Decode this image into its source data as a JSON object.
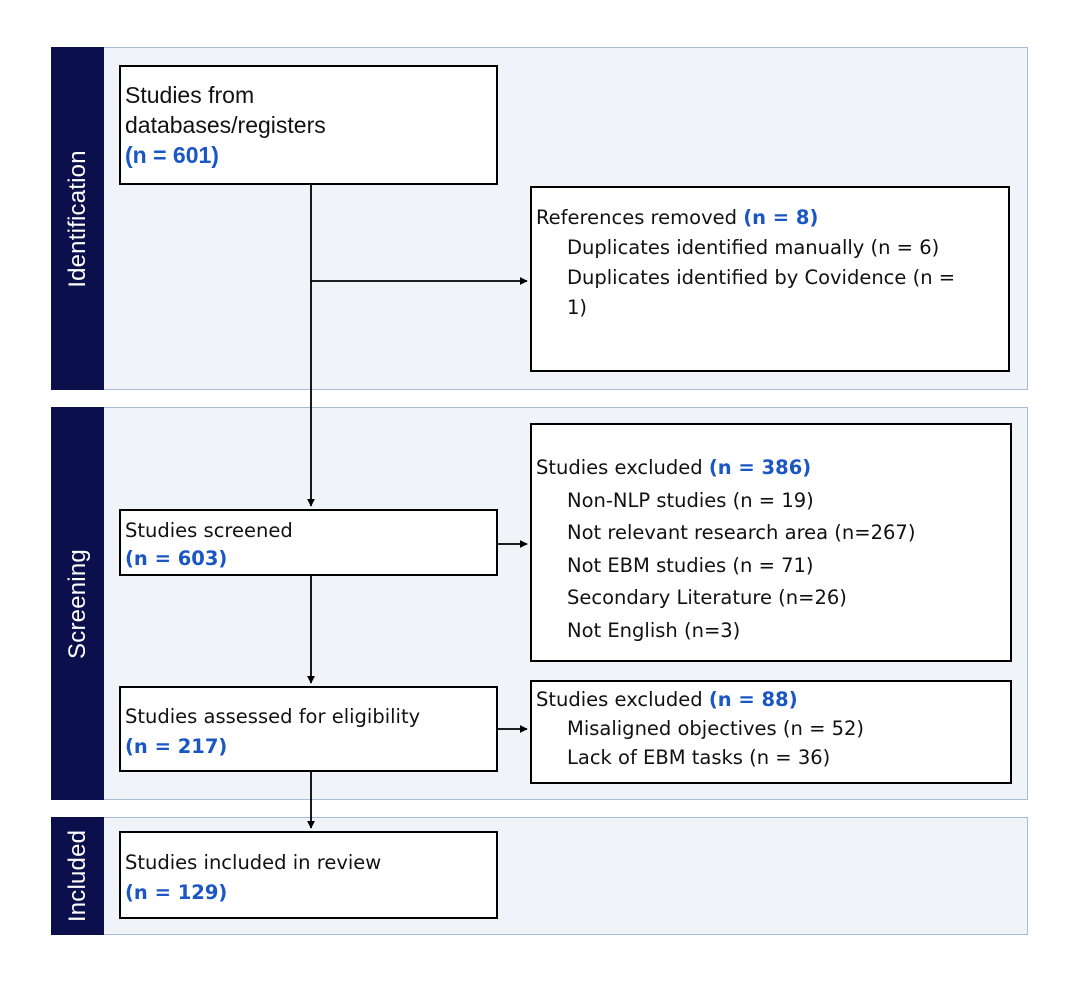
{
  "stages": {
    "identification": "Identification",
    "screening": "Screening",
    "included": "Included"
  },
  "boxes": {
    "databases": {
      "title_line1": "Studies from",
      "title_line2": "databases/registers",
      "count": "(n = 601)"
    },
    "removed": {
      "title": "References removed",
      "count": "(n = 8)",
      "items": [
        "Duplicates identified manually (n = 6)",
        "Duplicates identified by Covidence (n =",
        "1)"
      ]
    },
    "screened": {
      "title": "Studies screened",
      "count": "(n = 603)"
    },
    "excluded_screening": {
      "title": "Studies excluded",
      "count": "(n = 386)",
      "items": [
        "Non-NLP studies (n = 19)",
        "Not relevant research area (n=267)",
        "Not EBM studies (n = 71)",
        "Secondary Literature (n=26)",
        "Not English (n=3)"
      ]
    },
    "eligibility": {
      "title": "Studies assessed for eligibility",
      "count": "(n = 217)"
    },
    "excluded_eligibility": {
      "title": "Studies excluded",
      "count": "(n = 88)",
      "items": [
        "Misaligned objectives (n = 52)",
        "Lack of EBM tasks (n = 36)"
      ]
    },
    "included": {
      "title": "Studies included in review",
      "count": "(n = 129)"
    }
  },
  "colors": {
    "stage_bar": "#0b0f4c",
    "band_fill": "#f0f4f9",
    "band_border": "#a9bcd6",
    "count_text": "#1a56c4"
  }
}
